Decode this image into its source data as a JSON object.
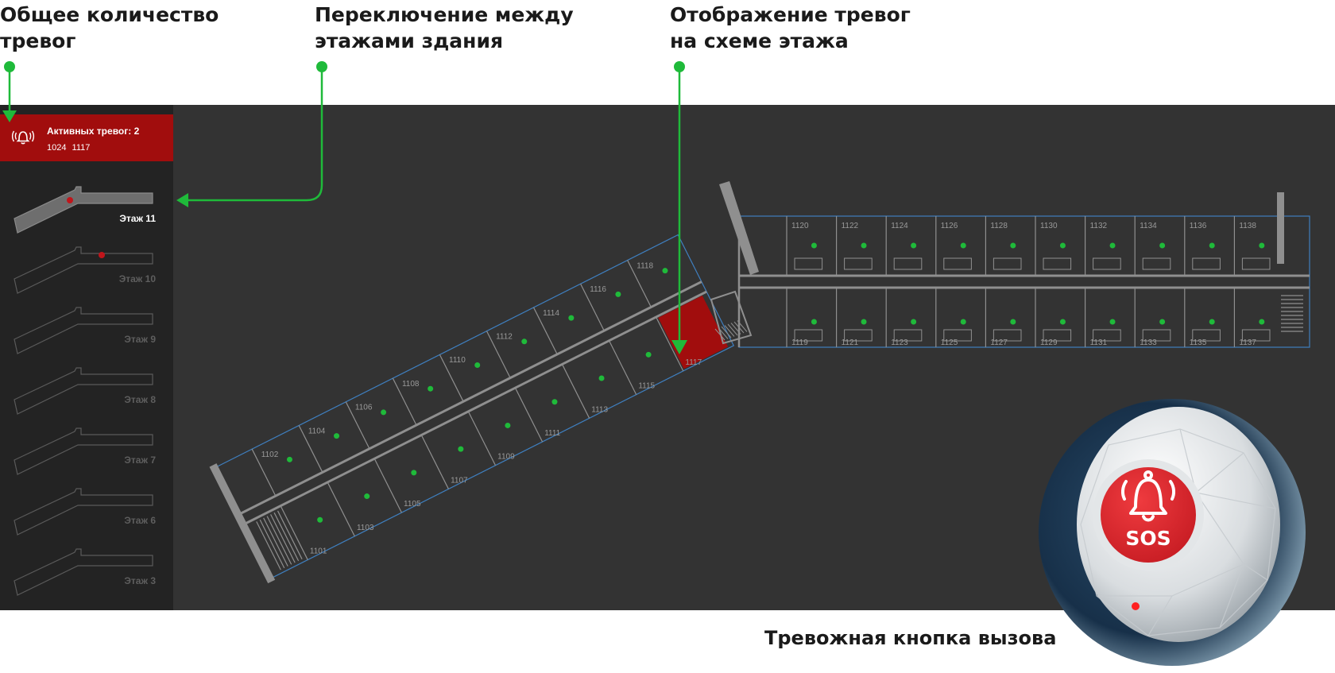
{
  "callouts": {
    "total_alarms": "Общее количество\nтревог",
    "floor_switch": "Переключение между\nэтажами здания",
    "floor_map_alarms": "Отображение тревог\nна схеме этажа",
    "sos_caption": "Тревожная кнопка вызова"
  },
  "alarm_panel": {
    "title": "Активных тревог: 2",
    "rooms": "1024 1117"
  },
  "floors": [
    {
      "label": "Этаж 11",
      "active": true,
      "has_alarm": true
    },
    {
      "label": "Этаж 10",
      "active": false,
      "has_alarm": true
    },
    {
      "label": "Этаж 9",
      "active": false,
      "has_alarm": false
    },
    {
      "label": "Этаж 8",
      "active": false,
      "has_alarm": false
    },
    {
      "label": "Этаж 7",
      "active": false,
      "has_alarm": false
    },
    {
      "label": "Этаж 6",
      "active": false,
      "has_alarm": false
    },
    {
      "label": "Этаж 3",
      "active": false,
      "has_alarm": false
    }
  ],
  "floorplan": {
    "alarm_rooms": [
      "1117"
    ],
    "rooms_east_north": [
      "1120",
      "1122",
      "1124",
      "1126",
      "1128",
      "1130",
      "1132",
      "1134",
      "1136",
      "1138"
    ],
    "rooms_east_south": [
      "1119",
      "1121",
      "1123",
      "1125",
      "1127",
      "1129",
      "1131",
      "1133",
      "1135",
      "1137"
    ],
    "rooms_wing_north": [
      "1102",
      "1104",
      "1106",
      "1108",
      "1110",
      "1112",
      "1114",
      "1116",
      "1118"
    ],
    "rooms_wing_south": [
      "1101",
      "1103",
      "1105",
      "1107",
      "1109",
      "1111",
      "1113",
      "1115",
      "1117"
    ]
  },
  "sos_button": {
    "label": "SOS"
  },
  "colors": {
    "accent_green": "#1fba3a",
    "alarm_red": "#a10d0d",
    "app_background": "#333333",
    "sidebar_background": "#232323",
    "plan_outline": "#3f7fbf"
  },
  "icons": {
    "alarm": "alarm-bell-icon",
    "sos": "bell-icon"
  }
}
